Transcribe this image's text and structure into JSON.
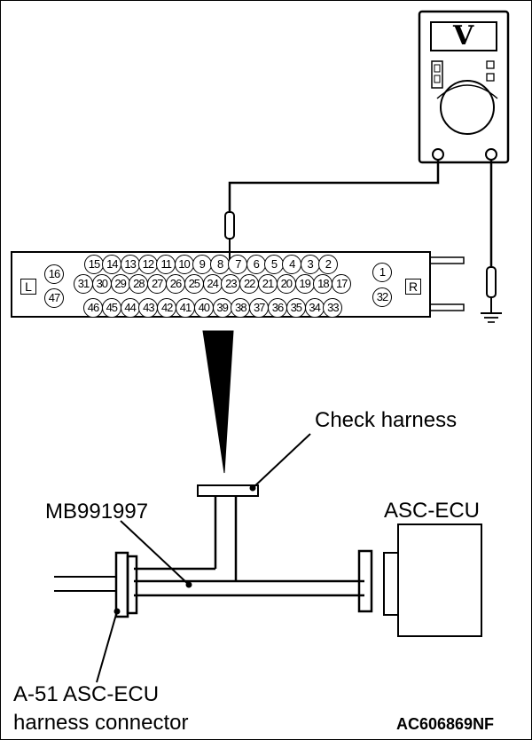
{
  "figure_id": "AC606869NF",
  "meter": {
    "symbol": "V"
  },
  "connector": {
    "left_marker": "L",
    "right_marker": "R",
    "left_pins": [
      "16",
      "47"
    ],
    "right_pins": [
      "1",
      "32"
    ],
    "row_top": [
      "15",
      "14",
      "13",
      "12",
      "11",
      "10",
      "9",
      "8",
      "7",
      "6",
      "5",
      "4",
      "3",
      "2"
    ],
    "row_middle": [
      "31",
      "30",
      "29",
      "28",
      "27",
      "26",
      "25",
      "24",
      "23",
      "22",
      "21",
      "20",
      "19",
      "18",
      "17"
    ],
    "row_bottom": [
      "46",
      "45",
      "44",
      "43",
      "42",
      "41",
      "40",
      "39",
      "38",
      "37",
      "36",
      "35",
      "34",
      "33"
    ]
  },
  "labels": {
    "check_harness": "Check harness",
    "tool": "MB991997",
    "ecu": "ASC-ECU",
    "harness_line1": "A-51 ASC-ECU",
    "harness_line2": "harness connector"
  }
}
